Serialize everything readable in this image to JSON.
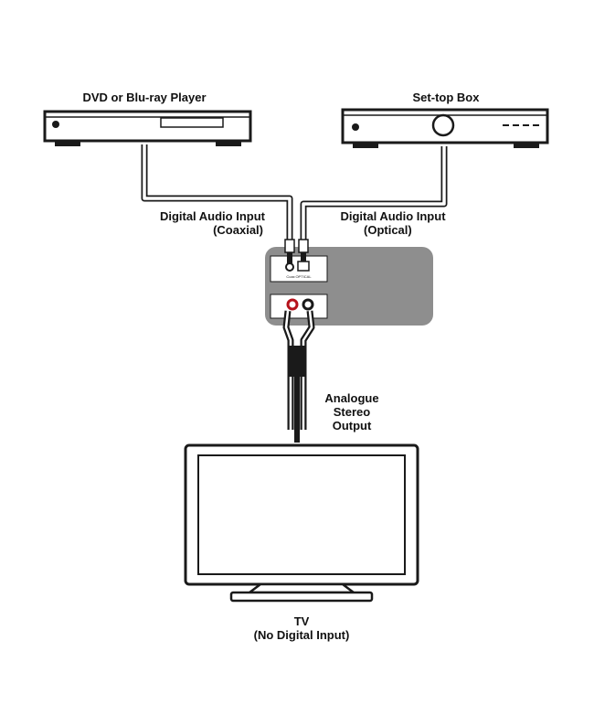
{
  "devices": {
    "dvd": {
      "label": "DVD or Blu-ray Player"
    },
    "stb": {
      "label": "Set-top Box"
    },
    "tv": {
      "label": "TV",
      "sublabel": "(No Digital Input)"
    }
  },
  "connections": {
    "coaxial": {
      "label": "Digital Audio Input",
      "sublabel": "(Coaxial)"
    },
    "optical": {
      "label": "Digital Audio Input",
      "sublabel": "(Optical)"
    },
    "analogue": {
      "line1": "Analogue",
      "line2": "Stereo",
      "line3": "Output"
    }
  },
  "converter": {
    "port_coax": "Coax",
    "port_optical": "OPTICAL"
  },
  "colors": {
    "line": "#1a1a1a",
    "converter_body": "#8e8e8e",
    "rca_red": "#b5121b"
  }
}
